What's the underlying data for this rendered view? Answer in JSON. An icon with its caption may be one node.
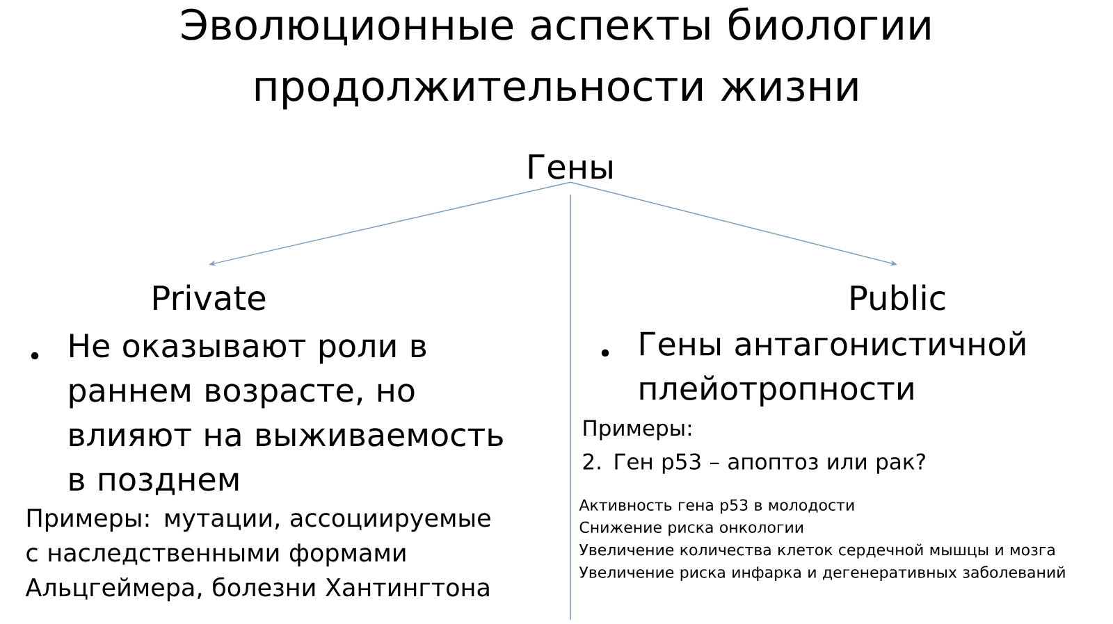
{
  "diagram": {
    "title": "Эволюционные аспекты биологии продолжительности жизни",
    "nodes": [
      {
        "text": [
          "Гены"
        ]
      },
      {
        "text": [
          "Private"
        ]
      },
      {
        "text": [
          "Public"
        ]
      }
    ],
    "edges": [
      {
        "from": 0,
        "to": 1,
        "arrow": "to"
      },
      {
        "from": 0,
        "to": 2,
        "arrow": "to"
      }
    ],
    "labels": [
      "Не оказывают роли в раннем возрасте, но влияют на выживаемость в позднем",
      "Примеры: мутации, ассоциируемые с наследственными формами Альцгеймера, болезни Хантингтона",
      "Гены антагонистичной плейотропности",
      "Примеры:",
      "2. Ген р53 – апоптоз или рак?",
      "Активность гена р53 в молодости",
      "Снижение риска онкологии",
      "Увеличение количества клеток сердечной мышцы и мозга",
      "Увеличение риска инфарка и дегенеративных заболеваний"
    ]
  }
}
